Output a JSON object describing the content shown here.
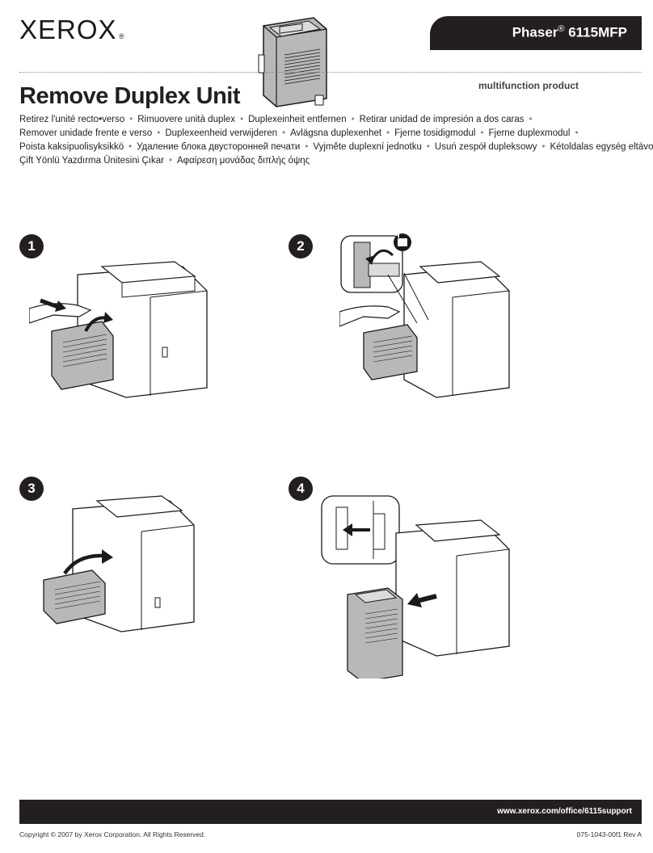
{
  "header": {
    "logo": "XEROX",
    "logo_mark": "®",
    "product_brand": "Phaser",
    "product_reg": "®",
    "product_model": " 6115MFP",
    "subtitle": "multifunction product"
  },
  "page_title": "Remove Duplex Unit",
  "translations": [
    [
      "Retirez l'unité recto•verso",
      "Rimuovere unità duplex",
      "Duplexeinheit entfernen",
      "Retirar unidad de impresión a dos caras",
      ""
    ],
    [
      "Remover unidade frente e verso",
      "Duplexeenheid verwijderen",
      "Avlägsna duplexenhet",
      "Fjerne tosidigmodul",
      "Fjerne duplexmodul",
      ""
    ],
    [
      "Poista kaksipuolisyksikkö",
      "Удаление блока двусторонней печати",
      "Vyjměte duplexní jednotku",
      "Usuń zespół dupleksowy",
      "Kétoldalas egység eltávolítása",
      ""
    ],
    [
      "Çift Yönlü Yazdırma Ünitesini Çıkar",
      "Αφαίρεση μονάδας διπλής όψης"
    ]
  ],
  "separator": "•",
  "steps": [
    {
      "number": "1"
    },
    {
      "number": "2"
    },
    {
      "number": "3"
    },
    {
      "number": "4"
    }
  ],
  "footer": {
    "url": "www.xerox.com/office/6115support",
    "copyright": "Copyright © 2007 by Xerox Corporation.  All Rights Reserved.",
    "doc_number": "075-1043-00f1 Rev A"
  },
  "colors": {
    "dark": "#231f20",
    "panel_gray": "#b8b8b8"
  },
  "icons": {
    "unlock": "unlock-icon",
    "arrow": "arrow-icon"
  }
}
